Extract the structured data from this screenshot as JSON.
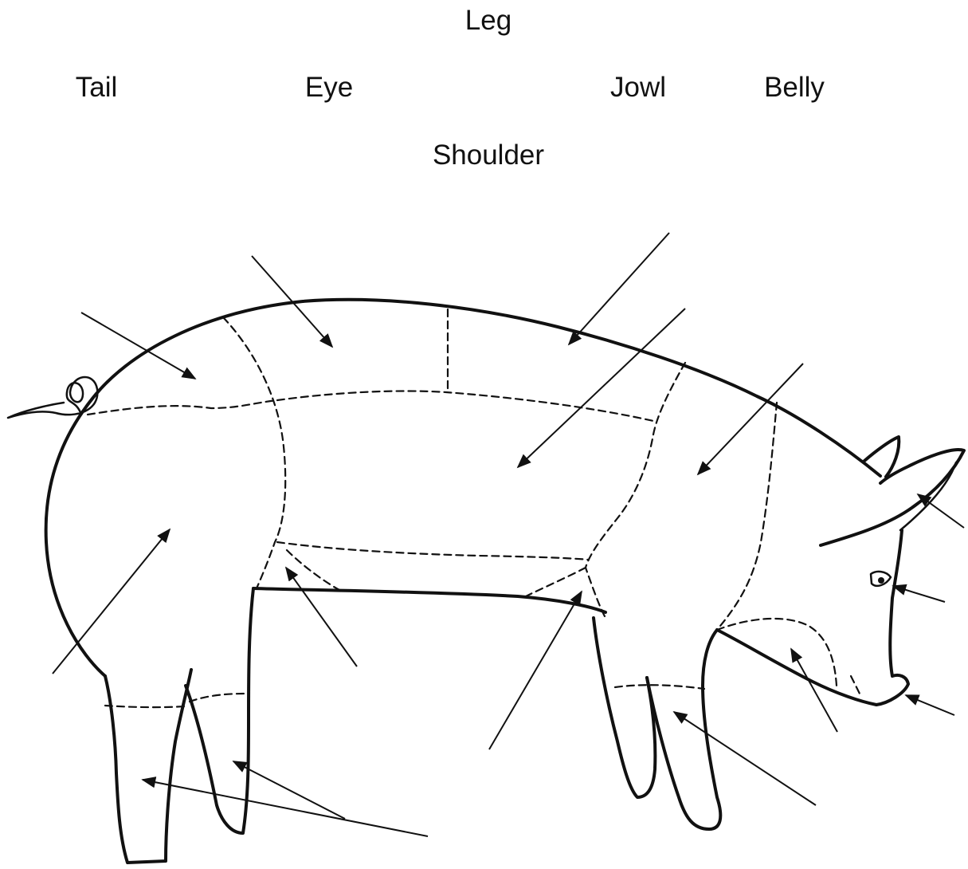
{
  "word_bank": {
    "leg": "Leg",
    "tail": "Tail",
    "eye": "Eye",
    "jowl": "Jowl",
    "belly": "Belly",
    "shoulder": "Shoulder"
  },
  "colors": {
    "line": "#111111",
    "background": "#ffffff"
  }
}
